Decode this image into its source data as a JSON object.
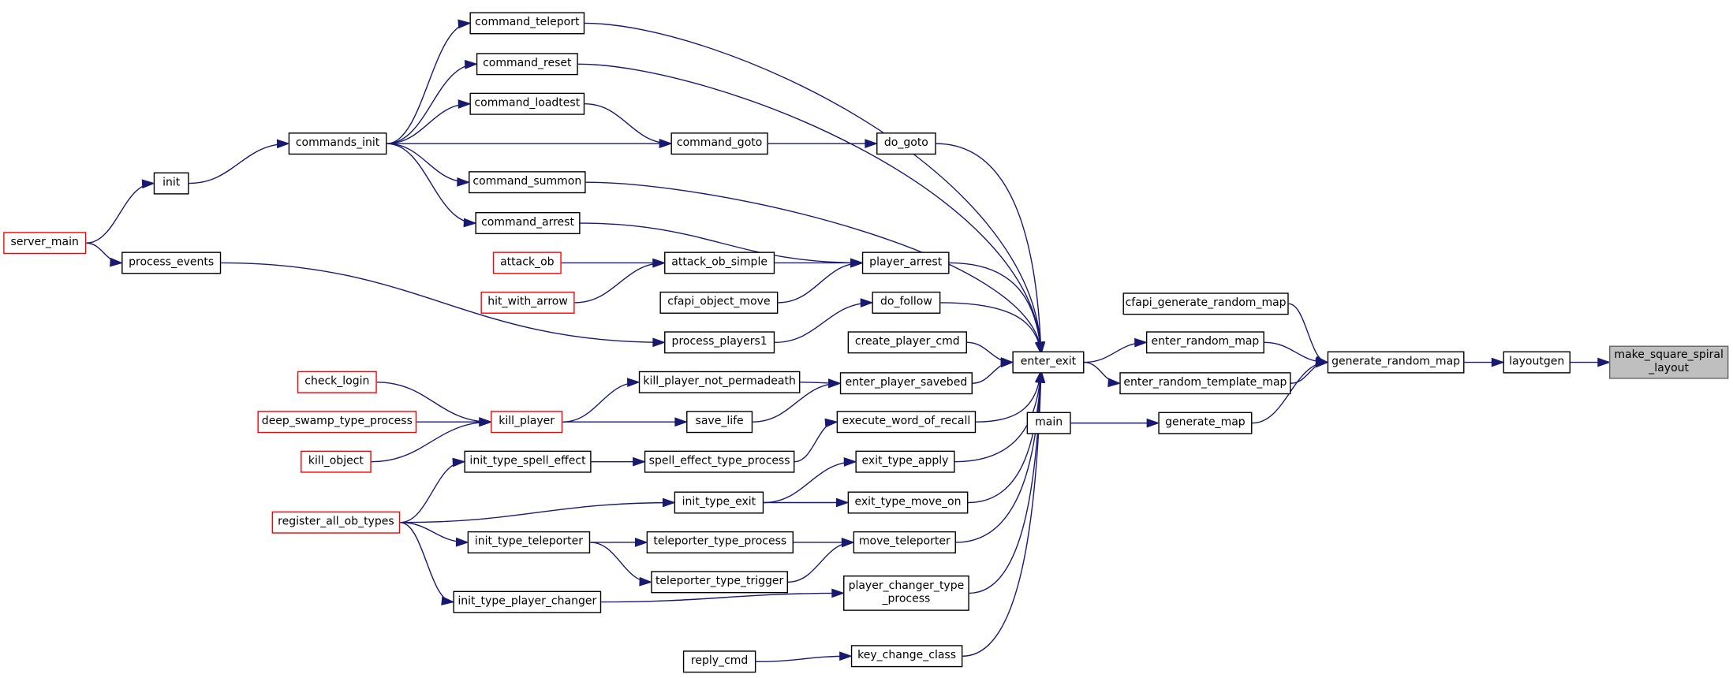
{
  "colors": {
    "edge": "#191970",
    "border": "#000000",
    "truncated_border": "#ff0000",
    "root_fill": "#bfbfbf"
  },
  "nodes": {
    "make_square_spiral_layout": "make_square_spiral\n_layout",
    "layoutgen": "layoutgen",
    "generate_random_map": "generate_random_map",
    "cfapi_generate_random_map": "cfapi_generate_random_map",
    "enter_random_map": "enter_random_map",
    "enter_random_template_map": "enter_random_template_map",
    "generate_map": "generate_map",
    "main": "main",
    "enter_exit": "enter_exit",
    "command_teleport": "command_teleport",
    "command_reset": "command_reset",
    "command_loadtest": "command_loadtest",
    "commands_init": "commands_init",
    "command_goto": "command_goto",
    "do_goto": "do_goto",
    "command_summon": "command_summon",
    "command_arrest": "command_arrest",
    "init": "init",
    "server_main": "server_main",
    "process_events": "process_events",
    "attack_ob": "attack_ob",
    "attack_ob_simple": "attack_ob_simple",
    "player_arrest": "player_arrest",
    "hit_with_arrow": "hit_with_arrow",
    "cfapi_object_move": "cfapi_object_move",
    "do_follow": "do_follow",
    "process_players1": "process_players1",
    "create_player_cmd": "create_player_cmd",
    "kill_player_not_permadeath": "kill_player_not_permadeath",
    "enter_player_savebed": "enter_player_savebed",
    "check_login": "check_login",
    "deep_swamp_type_process": "deep_swamp_type_process",
    "kill_player": "kill_player",
    "save_life": "save_life",
    "execute_word_of_recall": "execute_word_of_recall",
    "kill_object": "kill_object",
    "init_type_spell_effect": "init_type_spell_effect",
    "spell_effect_type_process": "spell_effect_type_process",
    "exit_type_apply": "exit_type_apply",
    "register_all_ob_types": "register_all_ob_types",
    "init_type_exit": "init_type_exit",
    "exit_type_move_on": "exit_type_move_on",
    "init_type_teleporter": "init_type_teleporter",
    "teleporter_type_process": "teleporter_type_process",
    "move_teleporter": "move_teleporter",
    "teleporter_type_trigger": "teleporter_type_trigger",
    "init_type_player_changer": "init_type_player_changer",
    "player_changer_type_process": "player_changer_type\n_process",
    "reply_cmd": "reply_cmd",
    "key_change_class": "key_change_class"
  }
}
